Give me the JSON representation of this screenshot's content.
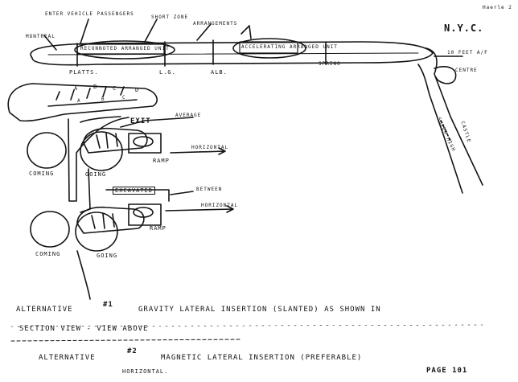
{
  "colors": {
    "ink": "#141414",
    "paper": "#ffffff"
  },
  "corner_note": "Haerle 2",
  "top_right_label": "N.Y.C.",
  "track_labels": {
    "montreal": "MONTREAL",
    "upper_label": "ENTER VEHICLE PASSENGERS",
    "short_zone": "SHORT ZONE",
    "arrangements": "ARRANGEMENTS",
    "diagram_bar_label": "RECONNOTED ARRANGED UNIT",
    "oval_label": "ACCELERATING ARRANGED UNIT",
    "stations": [
      "PLATTS.",
      "L.G.",
      "ALB.",
      "SPRING"
    ],
    "right_top": "10 FEET A/F",
    "right_mid": "CENTRE",
    "right_diag_1": "SUPER HIGH",
    "right_diag_2": "CASTLE"
  },
  "detail": {
    "plug_labels": [
      "A",
      "B",
      "C",
      "D"
    ],
    "sub_labels": [
      "A",
      "B",
      "C"
    ],
    "exit_label": "EXIT",
    "divider_label": "AVERAGE",
    "horizontal_label_1": "HORIZONTAL",
    "coming_1": "COMING",
    "going_1": "GOING",
    "ramp_1": "RAMP",
    "excavated": "EXCAVATED",
    "cut_label": "BETWEEN",
    "horizontal_label_2": "HORIZONTAL",
    "ramp_2": "RAMP",
    "coming_2": "COMING",
    "going_2": "GOING"
  },
  "notes": {
    "alt1_prefix": "ALTERNATIVE",
    "alt1_number": "#1",
    "alt1_text": "GRAVITY LATERAL INSERTION (SLANTED) AS SHOWN IN",
    "alt1_line2": "SECTION VIEW - VIEW ABOVE",
    "alt2_prefix": "ALTERNATIVE",
    "alt2_number": "#2",
    "alt2_text": "MAGNETIC LATERAL INSERTION (PREFERABLE)",
    "alt2_line2": "HORIZONTAL.",
    "page_label": "PAGE 101"
  }
}
